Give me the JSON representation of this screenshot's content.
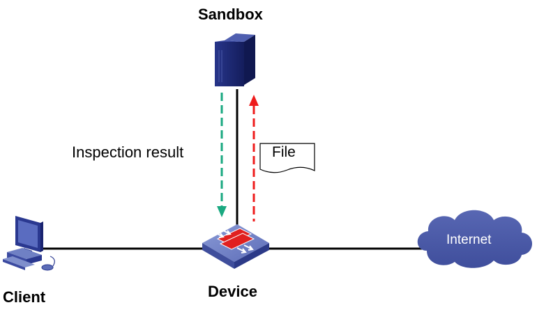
{
  "nodes": {
    "sandbox": {
      "label": "Sandbox"
    },
    "client": {
      "label": "Client"
    },
    "device": {
      "label": "Device"
    },
    "internet": {
      "label": "Internet"
    }
  },
  "flows": {
    "inspection_result": {
      "label": "Inspection result"
    },
    "file": {
      "label": "File"
    }
  },
  "colors": {
    "inspection_arrow": "#1aa981",
    "file_arrow": "#ee1c1c",
    "link": "#000000",
    "cloud": "#4a5aa8",
    "device_body": "#6f80c4",
    "server_body": "#1e2a78"
  },
  "icons": [
    "server-icon",
    "pc-icon",
    "firewall-device-icon",
    "cloud-icon"
  ]
}
